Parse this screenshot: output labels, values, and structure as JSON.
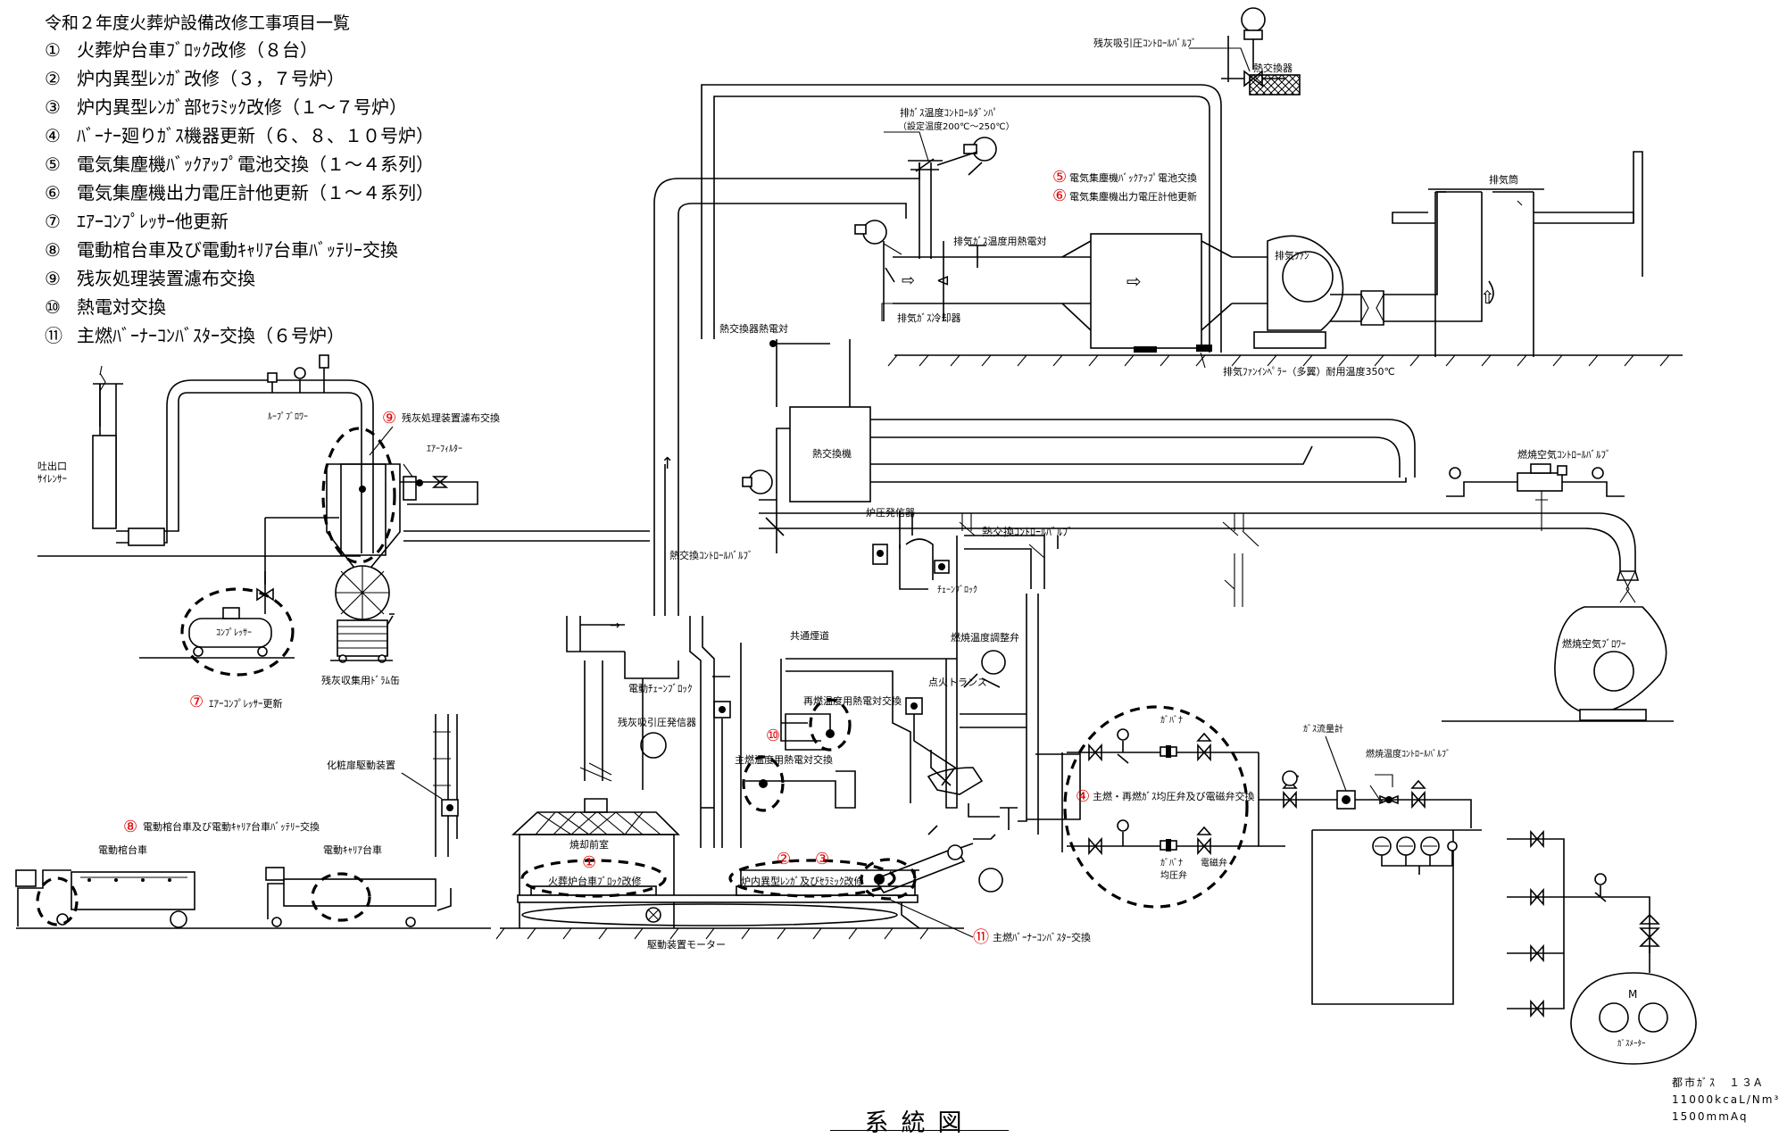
{
  "header": {
    "title": "令和２年度火葬炉設備改修工事項目一覧"
  },
  "work_items": [
    {
      "num": "①",
      "text": "火葬炉台車ﾌﾞﾛｯｸ改修（８台）"
    },
    {
      "num": "②",
      "text": "炉内異型ﾚﾝｶﾞ改修（３，７号炉）"
    },
    {
      "num": "③",
      "text": "炉内異型ﾚﾝｶﾞ部ｾﾗﾐｯｸ改修（１～７号炉）"
    },
    {
      "num": "④",
      "text": "ﾊﾞｰﾅｰ廻りｶﾞｽ機器更新（６、８、１０号炉）"
    },
    {
      "num": "⑤",
      "text": "電気集塵機ﾊﾞｯｸｱｯﾌﾟ電池交換（１～４系列）"
    },
    {
      "num": "⑥",
      "text": "電気集塵機出力電圧計他更新（１～４系列）"
    },
    {
      "num": "⑦",
      "text": "ｴｱｰｺﾝﾌﾟﾚｯｻｰ他更新"
    },
    {
      "num": "⑧",
      "text": "電動棺台車及び電動ｷｬﾘｱ台車ﾊﾞｯﾃﾘｰ交換"
    },
    {
      "num": "⑨",
      "text": "残灰処理装置濾布交換"
    },
    {
      "num": "⑩",
      "text": "熱電対交換"
    },
    {
      "num": "⑪",
      "text": "主燃ﾊﾞｰﾅｰｺﾝﾊﾞｽﾀｰ交換（６号炉）"
    }
  ],
  "labels": {
    "ash_suction_valve": "残灰吸引圧ｺﾝﾄﾛｰﾙﾊﾞﾙﾌﾞ",
    "heat_exchanger_top": "熱交換器",
    "exhaust_temp_damper": "排ｶﾞｽ温度ｺﾝﾄﾛｰﾙﾀﾞﾝﾊﾟ",
    "set_temp": "（設定温度200℃～250℃）",
    "item5_note": "電気集塵機ﾊﾞｯｸｱｯﾌﾟ電池交換",
    "item6_note": "電気集塵機出力電圧計他更新",
    "exhaust_stack": "排気筒",
    "exhaust_thermocouple": "排気ｶﾞｽ温度用熱電対",
    "exhaust_fan": "排気ﾌｧﾝ",
    "gas_cooler": "排気ｶﾞｽ冷却器",
    "fan_impeller": "排気ﾌｧﾝｲﾝﾍﾟﾗｰ（多翼）耐用温度350℃",
    "hx_thermocouple": "熱交換器熱電対",
    "loop_blower": "ﾙｰﾌﾟﾌﾞﾛﾜｰ",
    "item9_note": "残灰処理装置濾布交換",
    "air_filter": "ｴｱｰﾌｨﾙﾀｰ",
    "outlet_silencer_1": "吐出口",
    "outlet_silencer_2": "ｻｲﾚﾝｻｰ",
    "heat_exchanger": "熱交換機",
    "combustion_air_valve": "燃焼空気ｺﾝﾄﾛｰﾙﾊﾞﾙﾌﾞ",
    "furnace_pressure": "炉圧発信器",
    "hx_control_valve": "熱交換ｺﾝﾄﾛｰﾙﾊﾞﾙﾌﾞ",
    "chain_block": "ﾁｪｰﾝﾌﾞﾛｯｸ",
    "compressor": "ｺﾝﾌﾟﾚｯｻｰ",
    "drum": "残灰収集用ﾄﾞﾗﾑ缶",
    "item7_note": "ｴｱｰｺﾝﾌﾟﾚｯｻｰ更新",
    "common_flue": "共通煙道",
    "combustion_temp_valve": "燃焼温度調整弁",
    "combustion_air_blower": "燃焼空気ﾌﾞﾛﾜｰ",
    "electric_chain_block": "電動ﾁｪｰﾝﾌﾞﾛｯｸ",
    "reburn_thermocouple": "再燃温度用熱電対交換",
    "ignition_transformer": "点火トランス",
    "ash_suction_transmitter": "残灰吸引圧発信器",
    "main_thermocouple": "主燃温度用熱電対交換",
    "makeup_door": "化粧扉駆動装置",
    "item8_note": "電動棺台車及び電動ｷｬﾘｱ台車ﾊﾞｯﾃﾘｰ交換",
    "coffin_cart": "電動棺台車",
    "carrier_cart": "電動ｷｬﾘｱ台車",
    "gas_valve": "ｶﾞﾊﾞﾅ",
    "item4_note": "主燃・再燃ｶﾞｽ均圧弁及び電磁弁交換",
    "gas_flowmeter": "ｶﾞｽ流量計",
    "combustion_temp_cv": "燃焼温度ｺﾝﾄﾛｰﾙﾊﾞﾙﾌﾞ",
    "governor_1": "ｶﾞﾊﾞﾅ",
    "governor_2": "均圧弁",
    "solenoid": "電磁弁",
    "front_room": "焼却前室",
    "item1_note": "火葬炉台車ﾌﾞﾛｯｸ改修",
    "item23_note": "炉内異型ﾚﾝｶﾞ及びｾﾗﾐｯｸ改修",
    "drive_motor": "駆動装置モーター",
    "item11_note": "主燃ﾊﾞｰﾅｰｺﾝﾊﾞｽﾀｰ交換",
    "gas_meter_m": "M",
    "gas_meter": "ｶﾞｽﾒｰﾀｰ",
    "gas_type": "都市ｶﾞｽ　１３A",
    "gas_cal": "11000kcaL/Nm³",
    "gas_press": "1500mmAq",
    "system_title": "系統図"
  },
  "markers": {
    "m1": "①",
    "m2": "②",
    "m3": "③",
    "m4": "④",
    "m5": "⑤",
    "m6": "⑥",
    "m7": "⑦",
    "m8": "⑧",
    "m9": "⑨",
    "m10": "⑩",
    "m11": "⑪"
  },
  "colors": {
    "line": "#000000",
    "highlight": "#e00000"
  }
}
